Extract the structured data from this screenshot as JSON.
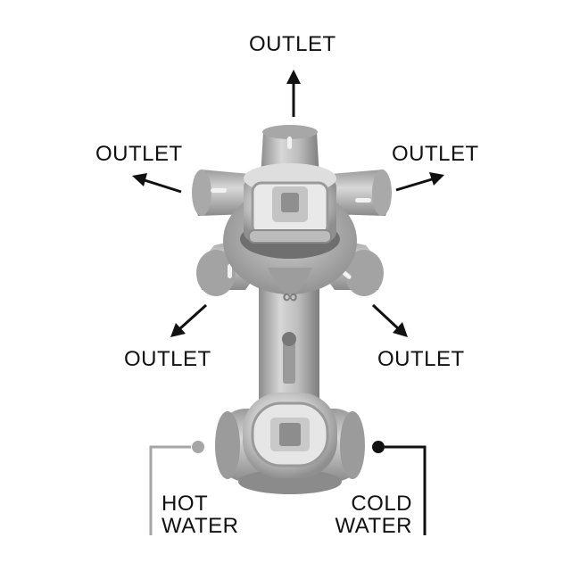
{
  "outlets": {
    "top": "OUTLET",
    "upper_left": "OUTLET",
    "upper_right": "OUTLET",
    "lower_left": "OUTLET",
    "lower_right": "OUTLET"
  },
  "inlets": {
    "hot": {
      "line1": "HOT",
      "line2": "WATER",
      "indicator_color": "#a6a6a6"
    },
    "cold": {
      "line1": "COLD",
      "line2": "WATER",
      "indicator_color": "#111111"
    }
  },
  "colors": {
    "body_metal": "#b9b9b9",
    "arrow": "#111111",
    "text": "#111111"
  }
}
